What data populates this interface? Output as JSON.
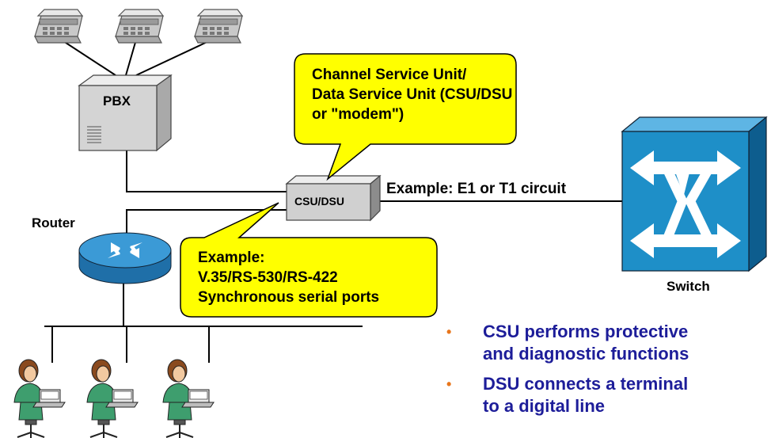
{
  "callouts": {
    "csu_dsu": "Channel Service Unit/\nData Service Unit (CSU/DSU\nor \"modem\")",
    "serial_ports": "Example:\nV.35/RS-530/RS-422\nSynchronous serial ports"
  },
  "labels": {
    "pbx": "PBX",
    "csu_dsu_box": "CSU/DSU",
    "router": "Router",
    "switch": "Switch",
    "circuit": "Example: E1 or T1 circuit"
  },
  "bullets": [
    {
      "marker": "•",
      "text": "CSU performs protective\nand diagnostic functions"
    },
    {
      "marker": "•",
      "text": "DSU connects a terminal\nto a digital line"
    }
  ],
  "colors": {
    "callout_fill": "#ffff00",
    "switch_fill": "#1e8fc8",
    "router_fill": "#2a88c8",
    "bullet_text": "#1d1d99",
    "bullet_marker": "#e8761c",
    "box_fill": "#d9d9d9"
  },
  "icons": [
    "telephone-icon",
    "pbx-icon",
    "csu-dsu-icon",
    "router-icon",
    "switch-icon",
    "user-workstation-icon"
  ]
}
